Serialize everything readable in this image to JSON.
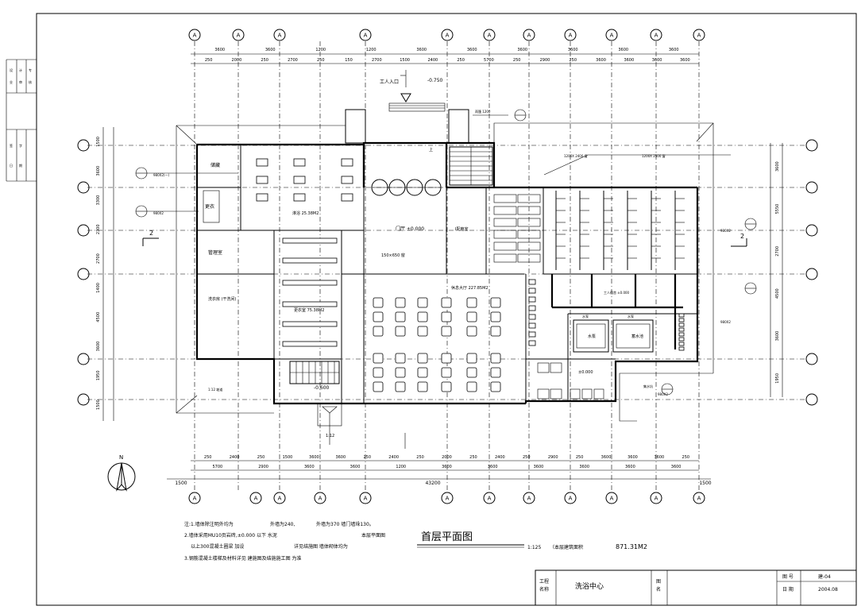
{
  "drawing": {
    "title": "首层平面图",
    "scale": "1:125",
    "scale_note": "（本层建筑面积",
    "area": "871.31M2",
    "north_label": "N"
  },
  "axes": {
    "top_bubbles": [
      "A",
      "A",
      "A",
      "A",
      "A",
      "A",
      "A",
      "A",
      "A",
      "A",
      "A",
      "A",
      "A"
    ],
    "bottom_bubbles": [
      "A",
      "A",
      "A",
      "A",
      "A",
      "A",
      "A",
      "A",
      "A",
      "A",
      "A",
      "A",
      "A"
    ],
    "top_dims_row1": [
      "3600",
      "3600",
      "1200",
      "1200",
      "3600",
      "3600",
      "3600",
      "3600",
      "3600",
      "3600"
    ],
    "top_dims_row2": [
      "250",
      "2000",
      "250",
      "2700",
      "250",
      "150",
      "2700",
      "1500",
      "2400",
      "250",
      "5700",
      "250",
      "2900",
      "250",
      "3600",
      "3600",
      "3600",
      "3600"
    ],
    "bottom_dims_row1": [
      "250",
      "2400",
      "250",
      "1500",
      "3600",
      "3600",
      "250",
      "2400",
      "250",
      "2000",
      "250",
      "2400",
      "250",
      "2900",
      "250",
      "3600",
      "3600",
      "3600",
      "250"
    ],
    "bottom_dims_row2": [
      "5700",
      "2900",
      "3600",
      "3600",
      "1200",
      "3600",
      "3600",
      "3600",
      "3600",
      "3600",
      "3600"
    ],
    "overall": "43200",
    "overall_left": "1500",
    "overall_right": "1500",
    "left_dims": [
      "1500",
      "3600",
      "3300",
      "2300",
      "2700",
      "1400",
      "4500",
      "3600",
      "1950",
      "1500"
    ],
    "right_dims": [
      "3600",
      "5550",
      "2700",
      "4500",
      "3600",
      "1950"
    ]
  },
  "rooms": [
    {
      "id": "r1",
      "label": "储藏"
    },
    {
      "id": "r2",
      "label": "更衣"
    },
    {
      "id": "r3",
      "label": "淋浴 25.38M2"
    },
    {
      "id": "r4",
      "label": "管理室"
    },
    {
      "id": "r5",
      "label": "洗衣房 (干洗间)"
    },
    {
      "id": "r6",
      "label": "更衣室 75.38M2"
    },
    {
      "id": "r7",
      "label": "门厅 ±0.000"
    },
    {
      "id": "r8",
      "label": "Ⅰ配电室"
    },
    {
      "id": "r9",
      "label": "休息大厅 227.85M2"
    },
    {
      "id": "r10",
      "label": "工人宿舍 ±0.000"
    },
    {
      "id": "r11",
      "label": "水泵"
    },
    {
      "id": "r12",
      "label": "水泵"
    },
    {
      "id": "r13",
      "label": "水泵"
    },
    {
      "id": "r14",
      "label": "±0.000"
    },
    {
      "id": "r15",
      "label": "蓄水池"
    },
    {
      "id": "r16",
      "label": "集水坑"
    }
  ],
  "annotations": {
    "entrance": "工人入口",
    "level_top": "-0.750",
    "level_bottom": "-0.600",
    "ramp": "1:12",
    "window_note": "150×650 窗",
    "stair_label": "上",
    "section_mark": "2",
    "small_texts": [
      "980X2(一)",
      "980X2",
      "1200X 2400 窗",
      "1200X 2500 窗",
      "980X2",
      "980X2",
      "980X2",
      "雨篷 1200",
      "1:12 坡道"
    ]
  },
  "notes": [
    "注:1.墙体除注明外均为",
    "外墙为240,",
    "外墙为370 墙门墙垛130。",
    "2.墙体采用MU10页岩砖,±0.000 以下 水泥",
    "本层平面图",
    "以上300混凝土圈梁 加设",
    "详见结施图 墙体砌体均为",
    "3.钢筋混凝土楼梯及材料详见 建施图及结施施工图 为准"
  ],
  "title_block": {
    "project_label_1": "工程",
    "project_label_2": "名称",
    "project_name": "洗浴中心",
    "sheet_label_1": "图",
    "sheet_label_2": "名",
    "drawing_no_label": "图 号",
    "drawing_no": "建-04",
    "date_label": "日 期",
    "date": "2004.08"
  },
  "side_block": [
    "设",
    "计",
    "专",
    "业",
    "审",
    "核",
    "签",
    "字",
    "日",
    "期"
  ]
}
